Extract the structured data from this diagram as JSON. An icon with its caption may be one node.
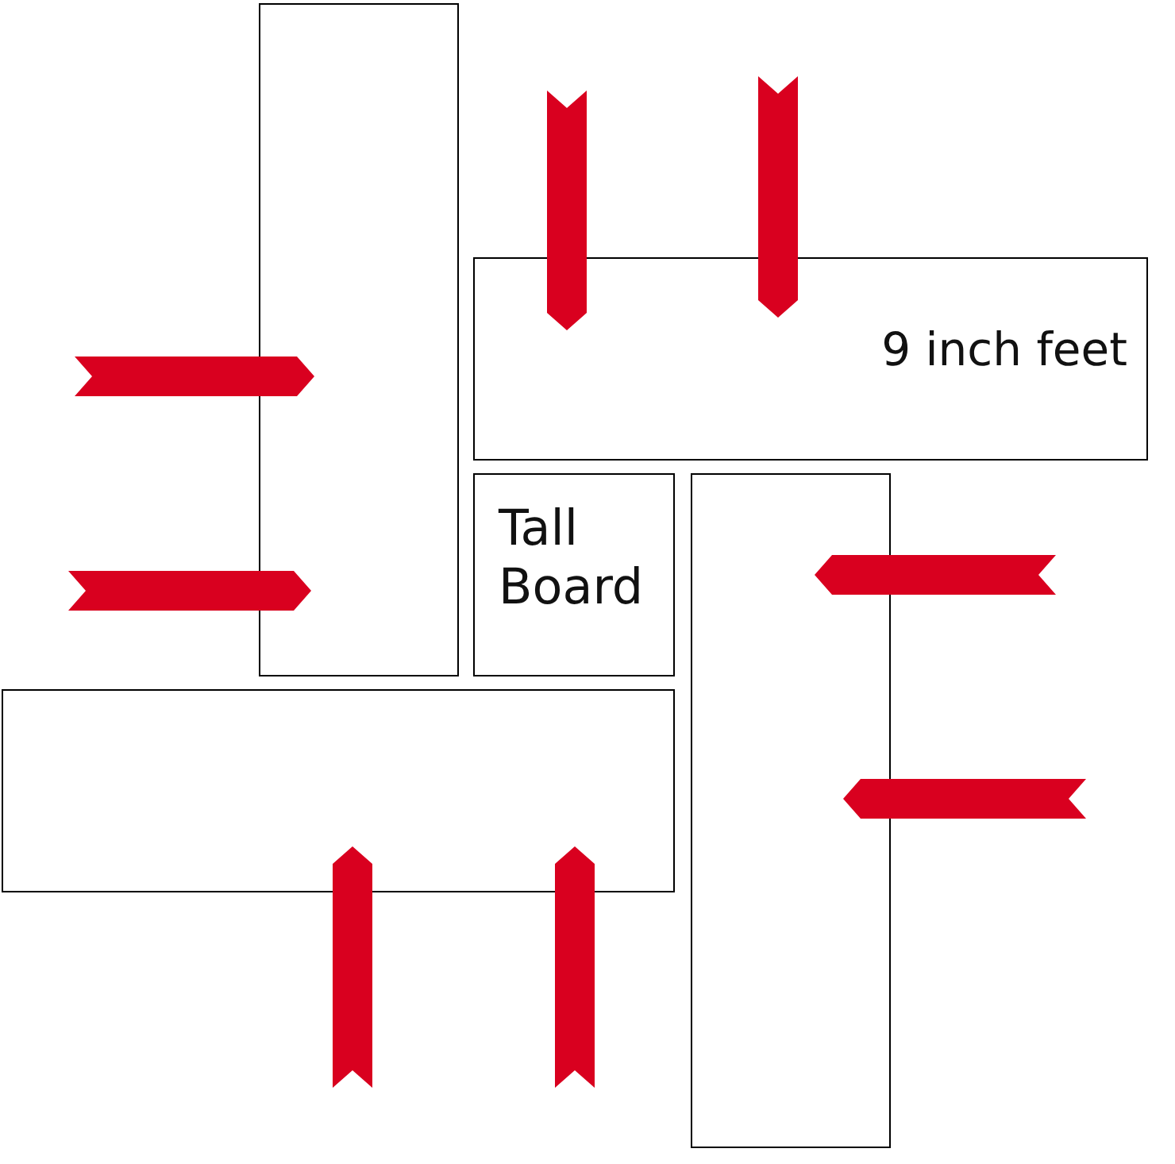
{
  "diagram": {
    "nodes": [
      {
        "text": [],
        "shape": "box"
      },
      {
        "text": [
          "9 inch feet"
        ]
      },
      {
        "text": [
          "Tall Board"
        ]
      },
      {
        "text": [],
        "shape": "box"
      },
      {
        "text": [],
        "shape": "box"
      }
    ]
  }
}
